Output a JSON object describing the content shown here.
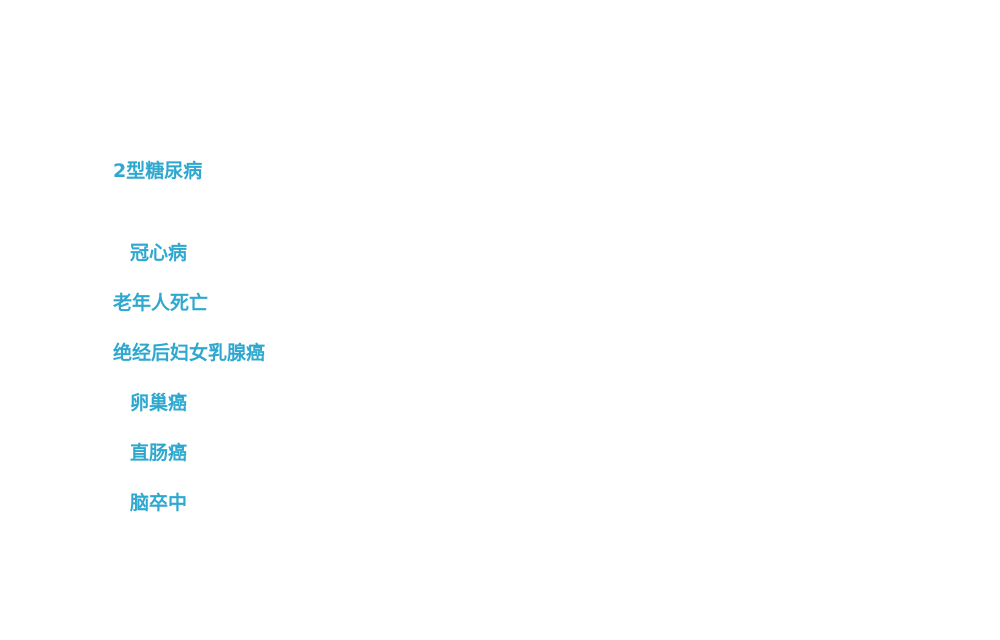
{
  "accent_color": "#2fa8cf",
  "labels": [
    "2型糖尿病",
    "冠心病",
    "老年人死亡",
    "绝经后妇女乳腺癌",
    "卵巢癌",
    "直肠癌",
    "脑卒中"
  ]
}
